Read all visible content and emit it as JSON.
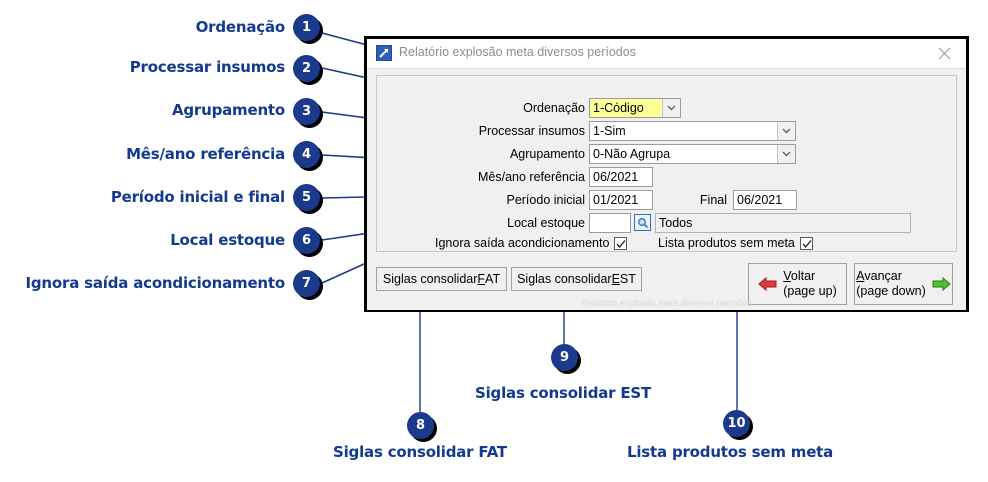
{
  "dialog": {
    "title": "Relatório explosão meta diversos períodos",
    "icon": "app-arrow-icon",
    "close_icon": "close-icon",
    "bottom_text": "Relatório explosão meta diversos períodos",
    "fields": {
      "ordenacao": {
        "label": "Ordenação",
        "value": "1-Código",
        "focused": true
      },
      "processar_insumos": {
        "label": "Processar insumos",
        "value": "1-Sim"
      },
      "agrupamento": {
        "label": "Agrupamento",
        "value": "0-Não Agrupa"
      },
      "mes_ano_referencia": {
        "label": "Mês/ano referência",
        "value": "06/2021"
      },
      "periodo_inicial": {
        "label": "Período inicial",
        "value": "01/2021"
      },
      "periodo_final": {
        "label": "Final",
        "value": "06/2021"
      },
      "local_estoque": {
        "label": "Local estoque",
        "code": "",
        "description": "Todos",
        "lookup_icon": "search-magnifier-icon"
      }
    },
    "checkboxes": [
      {
        "label": "Ignora saída acondicionamento",
        "checked": true
      },
      {
        "label": "Lista produtos sem meta",
        "checked": true
      }
    ],
    "buttons": {
      "siglas_fat": {
        "pre": "Siglas consolidar ",
        "accel": "F",
        "post": "AT"
      },
      "siglas_est": {
        "pre": "Siglas consolidar ",
        "accel": "E",
        "post": "ST"
      },
      "voltar": {
        "accel": "V",
        "rest": "oltar",
        "sub": "(page up)",
        "icon": "arrow-left-red-icon"
      },
      "avancar": {
        "accel": "A",
        "rest": "vançar",
        "sub": "(page down)",
        "icon": "arrow-right-green-icon"
      }
    }
  },
  "annotations": [
    {
      "n": "1",
      "label": "Ordenação"
    },
    {
      "n": "2",
      "label": "Processar insumos"
    },
    {
      "n": "3",
      "label": "Agrupamento"
    },
    {
      "n": "4",
      "label": "Mês/ano referência"
    },
    {
      "n": "5",
      "label": "Período inicial e final"
    },
    {
      "n": "6",
      "label": "Local estoque"
    },
    {
      "n": "7",
      "label": "Ignora saída acondicionamento"
    },
    {
      "n": "8",
      "label": "Siglas consolidar FAT"
    },
    {
      "n": "9",
      "label": "Siglas consolidar EST"
    },
    {
      "n": "10",
      "label": "Lista produtos sem meta"
    }
  ],
  "colors": {
    "annotation_blue": "#123a8f",
    "badge_blue": "#1b3a8c",
    "focus_yellow": "#ffff99",
    "dialog_bg": "#f0f0f0"
  }
}
